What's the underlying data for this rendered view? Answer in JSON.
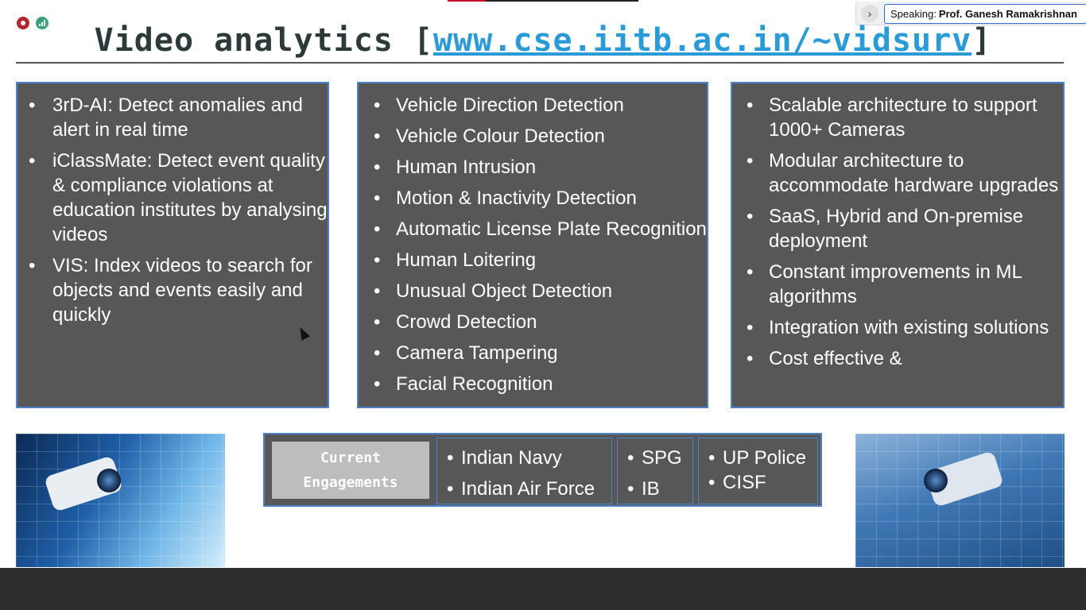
{
  "meeting": {
    "speaking_label": "Speaking:",
    "speaking_name": "Prof. Ganesh Ramakrishnan",
    "chevron": "›"
  },
  "slide": {
    "title_prefix": "Video analytics [",
    "title_link": "www.cse.iitb.ac.in/~vidsurv",
    "title_suffix": "]",
    "left_panel": [
      "3rD-AI: Detect anomalies and alert in real time",
      "iClassMate: Detect event quality & compliance violations at education institutes by analysing videos",
      "VIS: Index videos to search for objects and events easily and quickly"
    ],
    "middle_panel": [
      "Vehicle Direction Detection",
      "Vehicle Colour Detection",
      "Human Intrusion",
      "Motion & Inactivity Detection",
      "Automatic License Plate Recognition",
      "Human Loitering",
      "Unusual Object Detection",
      "Crowd Detection",
      "Camera Tampering",
      "Facial Recognition"
    ],
    "right_panel": [
      "Scalable architecture to support 1000+ Cameras",
      "Modular architecture to accommodate hardware upgrades",
      "SaaS, Hybrid and On-premise deployment",
      "Constant improvements in ML algorithms",
      "Integration with existing solutions",
      "Cost effective &"
    ],
    "engagements": {
      "label_line1": "Current",
      "label_line2": "Engagements",
      "col1": [
        "Indian Navy",
        "Indian Air Force"
      ],
      "col2": [
        "SPG",
        "IB"
      ],
      "col3": [
        "UP Police",
        "CISF"
      ]
    }
  },
  "colors": {
    "panel_bg": "#575757",
    "panel_border": "#4d82c8",
    "title_text": "#2d3a3a",
    "title_link": "#2a9bd6",
    "record": "#b3262d",
    "signal": "#3aa17a"
  },
  "icons": {
    "record": "record-icon",
    "signal": "signal-icon",
    "chevron": "chevron-right-icon",
    "cursor": "mouse-cursor-icon"
  }
}
